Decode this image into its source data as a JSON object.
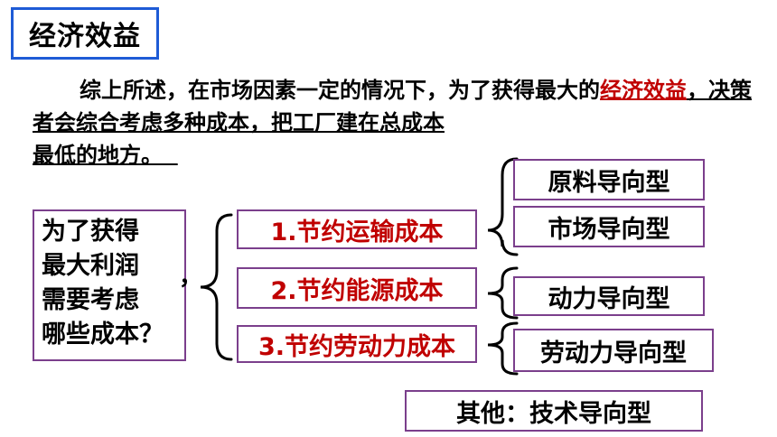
{
  "title": "经济效益",
  "paragraph": {
    "part1": "综上所述，在市场因素一定的情况下，为了获得最大的",
    "highlight": "经济效益",
    "part2": "，决策者会综合考虑多种成本，把工厂建在总成本",
    "part3": "最低的地方。"
  },
  "question": "为了获得\n最大利润\n需要考虑\n哪些成本？",
  "comma": "，",
  "costs": [
    {
      "label": "1.节约运输成本"
    },
    {
      "label": "2.节约能源成本"
    },
    {
      "label": "3.节约劳动力成本"
    }
  ],
  "types": [
    {
      "label": "原料导向型"
    },
    {
      "label": "市场导向型"
    },
    {
      "label": "动力导向型"
    },
    {
      "label": "劳动力导向型"
    }
  ],
  "other": "其他：技术导向型",
  "colors": {
    "title_border": "#1e5bd6",
    "box_border": "#7b3f8c",
    "accent_text": "#c00000"
  }
}
